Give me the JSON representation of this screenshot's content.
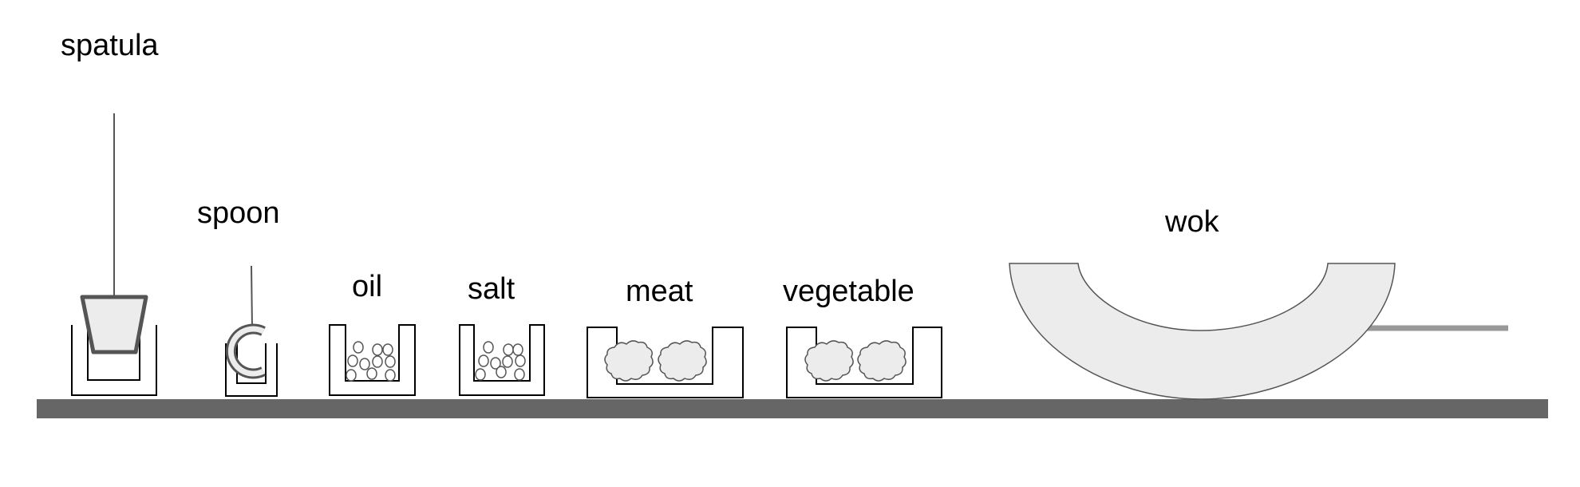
{
  "labels": {
    "spatula": "spatula",
    "spoon": "spoon",
    "oil": "oil",
    "salt": "salt",
    "meat": "meat",
    "vegetable": "vegetable",
    "wok": "wok"
  },
  "colors": {
    "outline": "#000000",
    "shelf": "#666666",
    "utensil_outline": "#555555",
    "wok_fill": "#ececec",
    "wok_handle": "#999999",
    "fill_light": "#ececec"
  }
}
